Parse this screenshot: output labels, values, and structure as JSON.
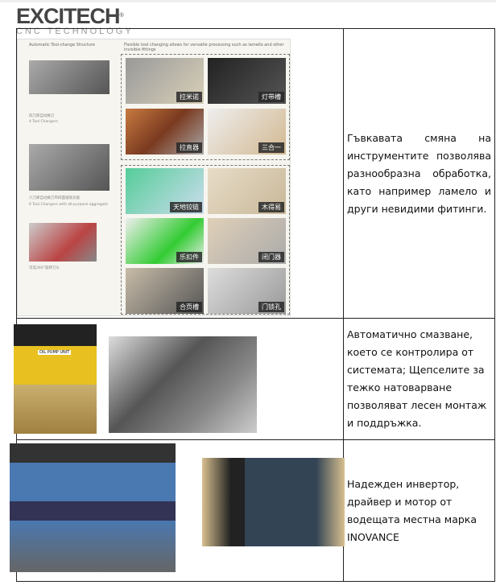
{
  "logo": {
    "brand": "EXCITECH",
    "registered": "®",
    "tagline": "CNC TECHNOLOGY"
  },
  "rows": [
    {
      "figure": {
        "left_title": "Automatic Tool-change Structure",
        "right_title": "Flexible tool changing allows for versatile processing such as lamello and other invisible fittings",
        "captions": [
          {
            "cn": "四刀库自动换刀",
            "en": "4 Tool Changers"
          },
          {
            "cn": "六刀库自动换刀带四面锯铣功能",
            "en": "6 Tool Changers with all-purpose aggregate"
          },
          {
            "cn": "可选360°旋转刀头",
            "en": ""
          }
        ],
        "tiles": [
          "拉米诺",
          "灯带槽",
          "拉直器",
          "三合一",
          "天地铰链",
          "木得易",
          "乐扣件",
          "闭门器",
          "合页槽",
          "门锁孔"
        ]
      },
      "text": "Гъвкавата смяна на инструментите позволява разнообразна обработка, като например ламело и други невидими фитинги."
    },
    {
      "figure": {
        "pump_label": "OIL PUMP UNIT"
      },
      "text": "Автоматично смазване, което се контролира от системата; Щепселите за тежко натоварване позволяват лесен монтаж и поддръжка."
    },
    {
      "figure": {},
      "text": "Надежден инвертор, драйвер и мотор от водещата местна марка INOVANCE"
    }
  ]
}
